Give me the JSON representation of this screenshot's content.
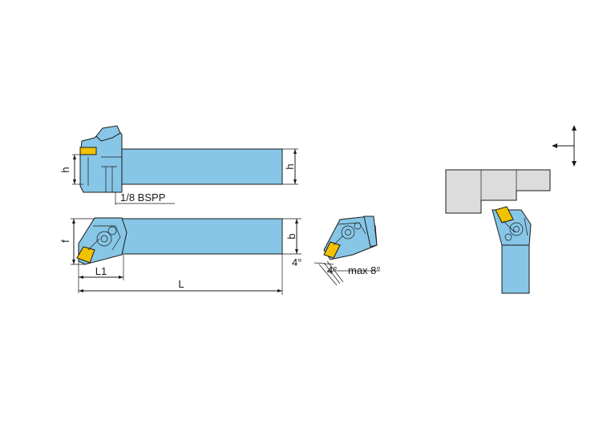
{
  "labels": {
    "h_top_left": "h",
    "h_top_right": "h",
    "bspp": "1/8 BSPP",
    "f": "f",
    "b": "b",
    "L1": "L1",
    "L": "L",
    "angle_a": "4°",
    "angle_b": "4°",
    "max_angle": "max 8°"
  },
  "colors": {
    "body": "#87c6e6",
    "insert": "#f2c200",
    "workpiece": "#dcdcdc",
    "line": "#1a1a1a"
  }
}
